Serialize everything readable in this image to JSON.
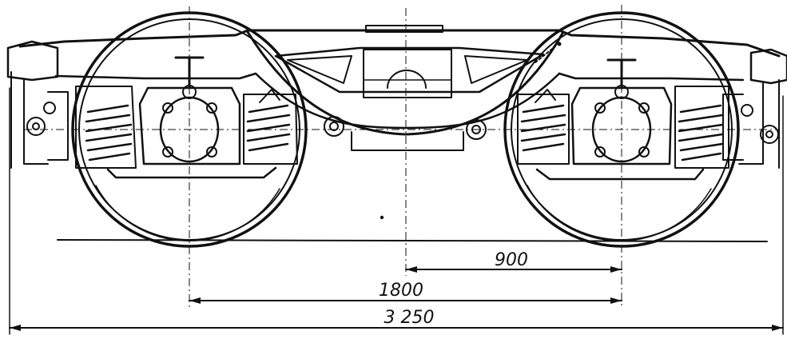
{
  "drawing": {
    "subject": "bogie-side-elevation",
    "colors": {
      "ink": "#111111",
      "paper": "#ffffff"
    }
  },
  "dimensions": {
    "half_wheelbase": "900",
    "wheelbase": "1800",
    "overall_length": "3 250"
  }
}
